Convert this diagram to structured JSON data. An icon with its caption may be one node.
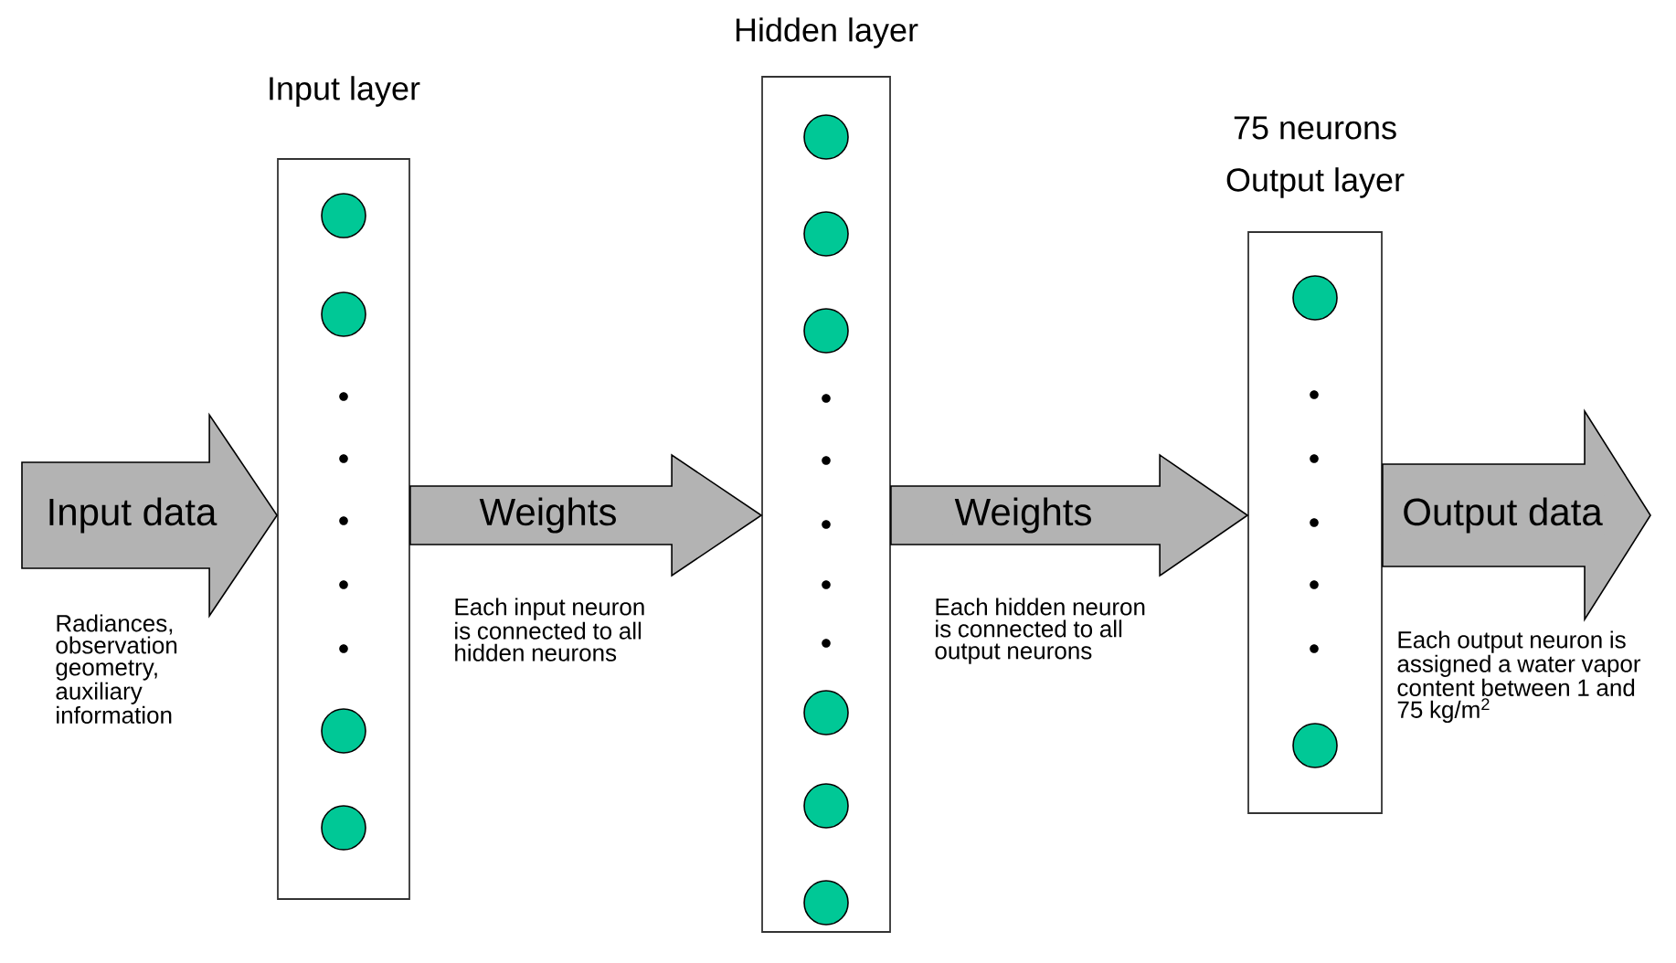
{
  "diagram": {
    "nodes": [
      {
        "text": [
          "Input layer"
        ]
      },
      {
        "text": [],
        "shape": "circle",
        "in": 0
      },
      {
        "text": [],
        "shape": "circle",
        "in": 0
      },
      {
        "text": [],
        "shape": "circle",
        "in": 0
      },
      {
        "text": [],
        "shape": "circle",
        "in": 0
      },
      {
        "text": [
          "Hidden layer"
        ]
      },
      {
        "text": [],
        "shape": "circle",
        "in": 5
      },
      {
        "text": [],
        "shape": "circle",
        "in": 5
      },
      {
        "text": [],
        "shape": "circle",
        "in": 5
      },
      {
        "text": [],
        "shape": "circle",
        "in": 5
      },
      {
        "text": [],
        "shape": "circle",
        "in": 5
      },
      {
        "text": [],
        "shape": "circle",
        "in": 5
      },
      {
        "text": [
          "75 neurons",
          "Output layer"
        ]
      },
      {
        "text": [],
        "shape": "circle",
        "in": 12
      },
      {
        "text": [],
        "shape": "circle",
        "in": 12
      }
    ],
    "edges": [
      {
        "from": null,
        "to": 0,
        "arrow": "to",
        "label": "Input data"
      },
      {
        "from": 0,
        "to": 5,
        "arrow": "to",
        "label": "Weights"
      },
      {
        "from": 5,
        "to": 12,
        "arrow": "to",
        "label": "Weights"
      },
      {
        "from": 12,
        "to": null,
        "arrow": "to",
        "label": "Output data"
      }
    ],
    "labels": [
      "Radiances, observation geometry, auxiliary information",
      "Each input neuron is connected to all hidden neurons",
      "Each hidden neuron is connected to all output neurons",
      "Each output neuron is assigned a water vapor content between 1 and 75 kg/m$^{2}$"
    ]
  }
}
